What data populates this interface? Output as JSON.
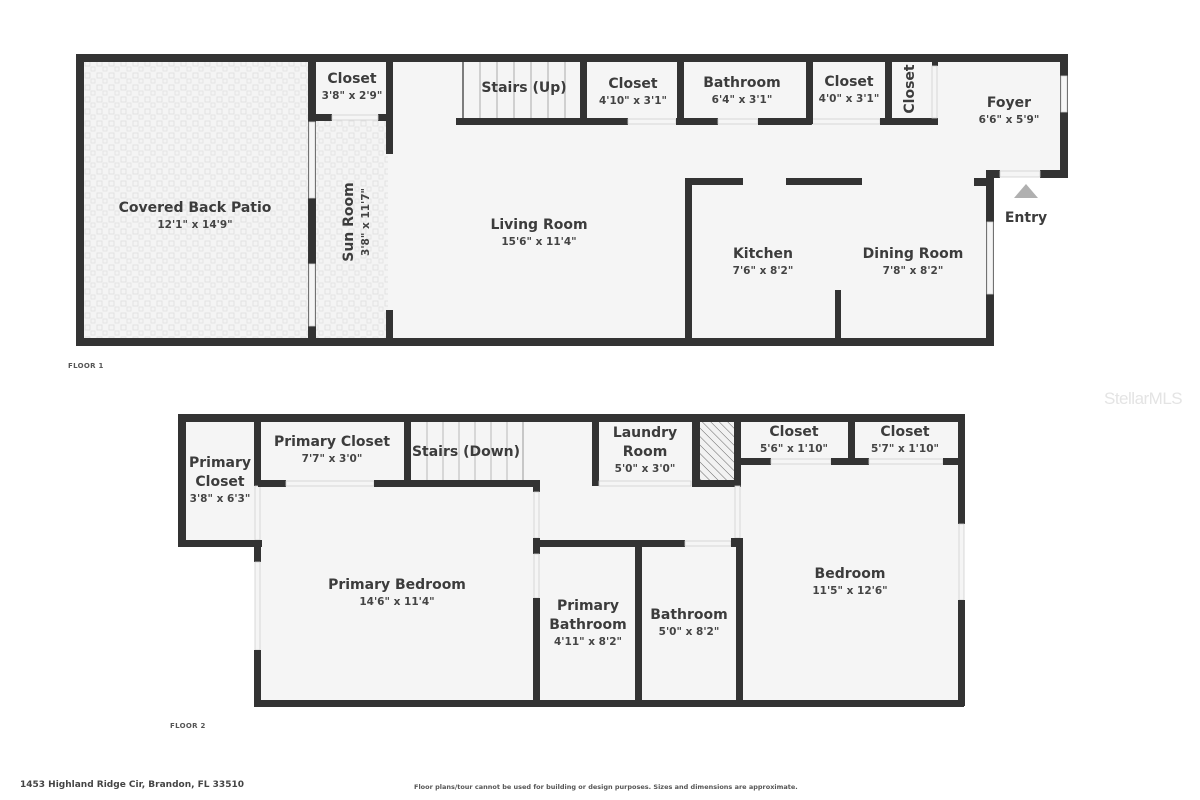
{
  "floor1": {
    "label": "FLOOR 1",
    "rooms": {
      "covered_back_patio": {
        "name": "Covered Back Patio",
        "dim": "12'1\" x 14'9\""
      },
      "closet_a": {
        "name": "Closet",
        "dim": "3'8\" x 2'9\""
      },
      "sun_room": {
        "name": "Sun Room",
        "dim": "3'8\" x 11'7\""
      },
      "stairs_up": {
        "name": "Stairs (Up)"
      },
      "closet_b": {
        "name": "Closet",
        "dim": "4'10\" x 3'1\""
      },
      "bathroom": {
        "name": "Bathroom",
        "dim": "6'4\" x 3'1\""
      },
      "closet_c": {
        "name": "Closet",
        "dim": "4'0\" x 3'1\""
      },
      "closet_d": {
        "name": "Closet"
      },
      "foyer": {
        "name": "Foyer",
        "dim": "6'6\" x 5'9\""
      },
      "living_room": {
        "name": "Living Room",
        "dim": "15'6\" x 11'4\""
      },
      "kitchen": {
        "name": "Kitchen",
        "dim": "7'6\" x 8'2\""
      },
      "dining_room": {
        "name": "Dining Room",
        "dim": "7'8\" x 8'2\""
      }
    },
    "entry_label": "Entry"
  },
  "floor2": {
    "label": "FLOOR 2",
    "rooms": {
      "primary_closet_side": {
        "name_line1": "Primary",
        "name_line2": "Closet",
        "dim": "3'8\" x 6'3\""
      },
      "primary_closet_top": {
        "name": "Primary Closet",
        "dim": "7'7\" x 3'0\""
      },
      "stairs_down": {
        "name": "Stairs (Down)"
      },
      "laundry_room": {
        "name_line1": "Laundry",
        "name_line2": "Room",
        "dim": "5'0\" x 3'0\""
      },
      "closet_1": {
        "name": "Closet",
        "dim": "5'6\" x 1'10\""
      },
      "closet_2": {
        "name": "Closet",
        "dim": "5'7\" x 1'10\""
      },
      "primary_bedroom": {
        "name": "Primary Bedroom",
        "dim": "14'6\" x 11'4\""
      },
      "primary_bathroom": {
        "name_line1": "Primary",
        "name_line2": "Bathroom",
        "dim": "4'11\" x 8'2\""
      },
      "bathroom": {
        "name": "Bathroom",
        "dim": "5'0\" x 8'2\""
      },
      "bedroom": {
        "name": "Bedroom",
        "dim": "11'5\" x 12'6\""
      }
    }
  },
  "footer": {
    "address": "1453 Highland Ridge Cir, Brandon, FL 33510",
    "disclaimer": "Floor plans/tour cannot be used for building or design purposes. Sizes and dimensions are approximate."
  },
  "watermark": "StellarMLS",
  "colors": {
    "wall": "#333333",
    "floor": "#f5f5f5",
    "background": "#ffffff",
    "entry_arrow": "#b0b0b0"
  }
}
